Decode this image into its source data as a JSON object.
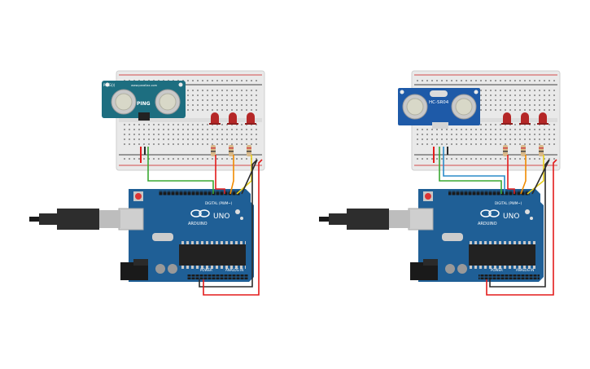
{
  "circuits": [
    {
      "id": "left",
      "sensor": {
        "label_main": "PING",
        "label_top": "PING)))",
        "label_small": "www.parallax.com"
      },
      "board": {
        "logo": "ARDUINO",
        "model": "UNO",
        "digital_label": "DIGITAL (PWM~)",
        "power_label": "POWER",
        "analog_label": "ANALOG IN"
      }
    },
    {
      "id": "right",
      "sensor": {
        "label_main": "HC-SR04",
        "label_top": "",
        "label_small": ""
      },
      "board": {
        "logo": "ARDUINO",
        "model": "UNO",
        "digital_label": "DIGITAL (PWM~)",
        "power_label": "POWER",
        "analog_label": "ANALOG IN"
      }
    }
  ],
  "colors": {
    "board_blue": "#1f5f96",
    "board_blue_dark": "#184d7a",
    "sensor_teal": "#1d6e80",
    "sensor_blue": "#1e5aa8",
    "breadboard": "#e9e9e9",
    "rail_red": "#d24a4a",
    "rail_black": "#444444",
    "led_red": "#b52727",
    "wire_red": "#e31b1b",
    "wire_orange": "#f08a00",
    "wire_yellow": "#e8cf1a",
    "wire_green": "#3aa832",
    "wire_blue": "#2a8cc9",
    "wire_black": "#2b2b2b"
  }
}
